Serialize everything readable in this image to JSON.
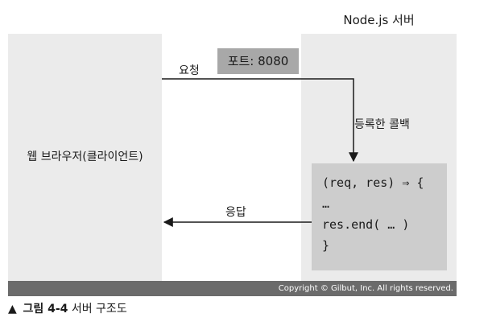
{
  "server": {
    "title": "Node.js 서버"
  },
  "client": {
    "label": "웹 브라우저(클라이언트)"
  },
  "port_box": {
    "label": "포트: 8080"
  },
  "arrows": {
    "request_label": "요청",
    "callback_label": "등록한 콜백",
    "response_label": "응답"
  },
  "code": {
    "lines": [
      "(req, res) ⇒ {",
      "…",
      "res.end( … )",
      "}"
    ]
  },
  "footer": {
    "copyright": "Copyright © Gilbut, Inc. All rights reserved."
  },
  "caption": {
    "marker": "▲",
    "figure": "그림 4-4",
    "text": "서버 구조도"
  },
  "colors": {
    "panel": "#ebebeb",
    "port_box": "#a8a8a8",
    "code_box": "#cdcdcd",
    "footer_bar": "#6b6b6b",
    "arrow": "#1a1a1a"
  }
}
